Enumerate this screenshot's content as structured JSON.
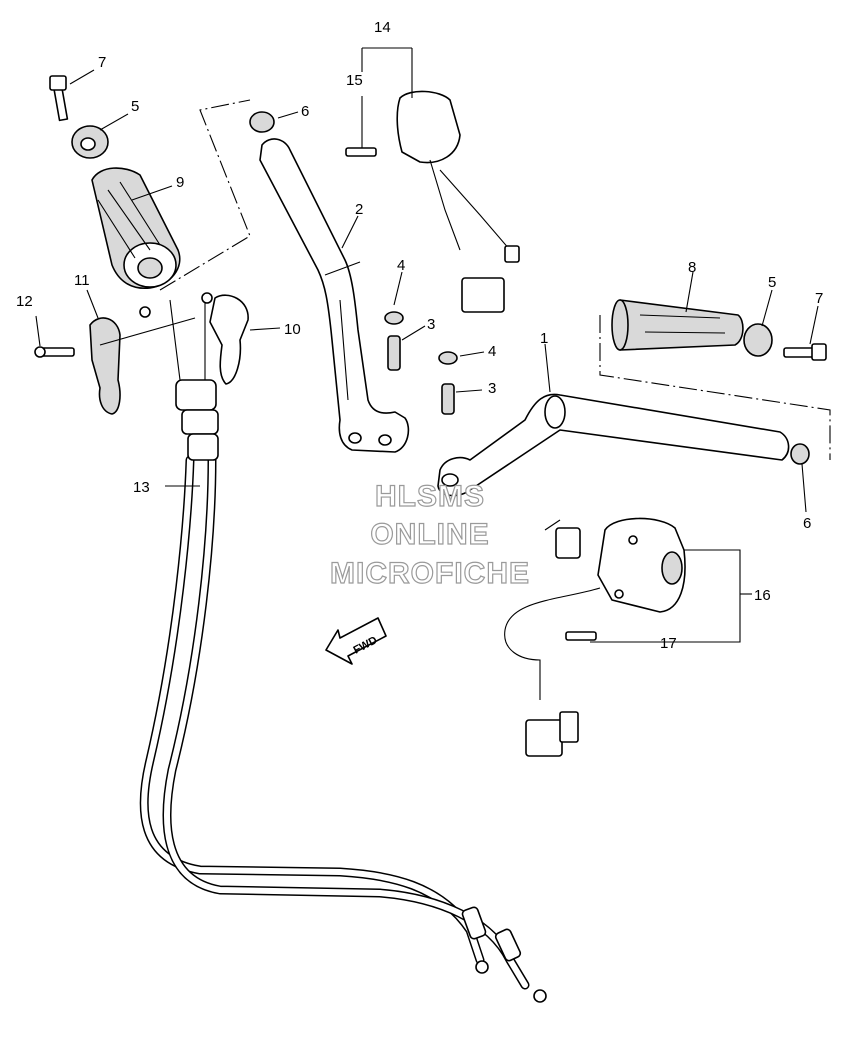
{
  "callouts": {
    "c1": "1",
    "c2": "2",
    "c3a": "3",
    "c3b": "3",
    "c4a": "4",
    "c4b": "4",
    "c5a": "5",
    "c5b": "5",
    "c6a": "6",
    "c6b": "6",
    "c7a": "7",
    "c7b": "7",
    "c8": "8",
    "c9": "9",
    "c10": "10",
    "c11": "11",
    "c12": "12",
    "c13": "13",
    "c14": "14",
    "c15": "15",
    "c16": "16",
    "c17": "17"
  },
  "watermark": {
    "line1": "HLSMS",
    "line2": "ONLINE",
    "line3": "MICROFICHE"
  },
  "fwd_label": "FWD"
}
